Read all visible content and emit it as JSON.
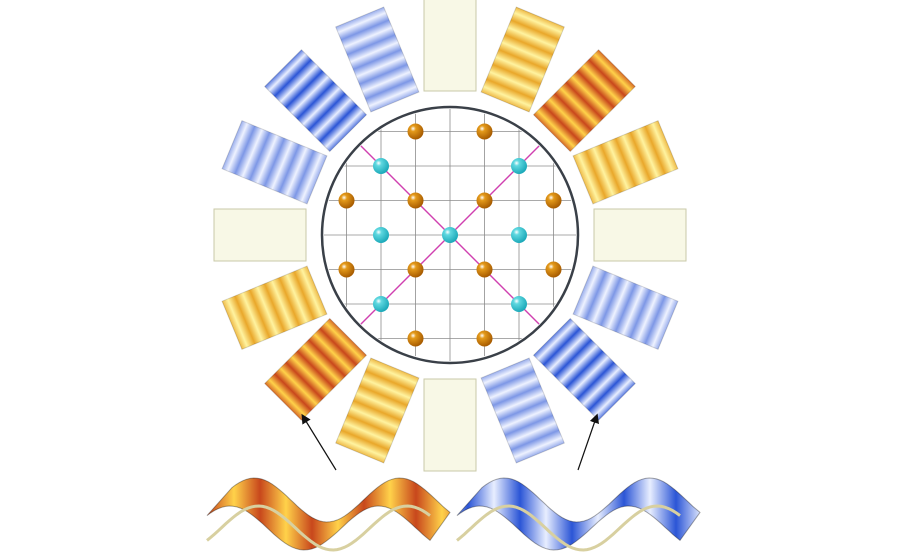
{
  "figure": {
    "colors": {
      "background": "#ffffff",
      "blank_tile": "#f8f8e6",
      "blank_tile_stroke": "#c9c9a8",
      "lattice_grid": "#8c8c8c",
      "lattice_diagonal": "#d040b0",
      "circle_outline": "#3a4048",
      "atom_teal": "#5fd8e0",
      "atom_orange": "#e49a1a"
    },
    "palettes": {
      "blue": [
        "#2b55d6",
        "#e8eeff"
      ],
      "light-blue": [
        "#7d97e6",
        "#eef2ff"
      ],
      "yellow": [
        "#e9a72a",
        "#fff3a0"
      ],
      "red": [
        "#c8471c",
        "#ffd24a"
      ]
    },
    "tiles": [
      {
        "angle": 0,
        "pattern": "blank"
      },
      {
        "angle": 22.5,
        "pattern": "yellow"
      },
      {
        "angle": 45,
        "pattern": "red"
      },
      {
        "angle": 67.5,
        "pattern": "yellow"
      },
      {
        "angle": 90,
        "pattern": "blank"
      },
      {
        "angle": 112.5,
        "pattern": "light-blue"
      },
      {
        "angle": 135,
        "pattern": "blue"
      },
      {
        "angle": 157.5,
        "pattern": "light-blue"
      },
      {
        "angle": 180,
        "pattern": "blank"
      },
      {
        "angle": 202.5,
        "pattern": "yellow"
      },
      {
        "angle": 225,
        "pattern": "red"
      },
      {
        "angle": 247.5,
        "pattern": "yellow"
      },
      {
        "angle": 270,
        "pattern": "blank"
      },
      {
        "angle": 292.5,
        "pattern": "light-blue"
      },
      {
        "angle": 315,
        "pattern": "blue"
      },
      {
        "angle": 337.5,
        "pattern": "light-blue"
      }
    ],
    "atoms": {
      "teal": [
        [
          -1,
          -1
        ],
        [
          1,
          -1
        ],
        [
          -1,
          0
        ],
        [
          0,
          0
        ],
        [
          1,
          0
        ],
        [
          -1,
          1
        ],
        [
          1,
          1
        ]
      ],
      "orange": [
        [
          -0.5,
          -1.5
        ],
        [
          0.5,
          -1.5
        ],
        [
          -1.5,
          -0.5
        ],
        [
          -0.5,
          -0.5
        ],
        [
          0.5,
          -0.5
        ],
        [
          1.5,
          -0.5
        ],
        [
          -1.5,
          0.5
        ],
        [
          -0.5,
          0.5
        ],
        [
          0.5,
          0.5
        ],
        [
          1.5,
          0.5
        ],
        [
          -0.5,
          1.5
        ],
        [
          0.5,
          1.5
        ]
      ]
    },
    "waves": [
      {
        "side": "left",
        "pattern": "red"
      },
      {
        "side": "right",
        "pattern": "blue"
      }
    ]
  }
}
